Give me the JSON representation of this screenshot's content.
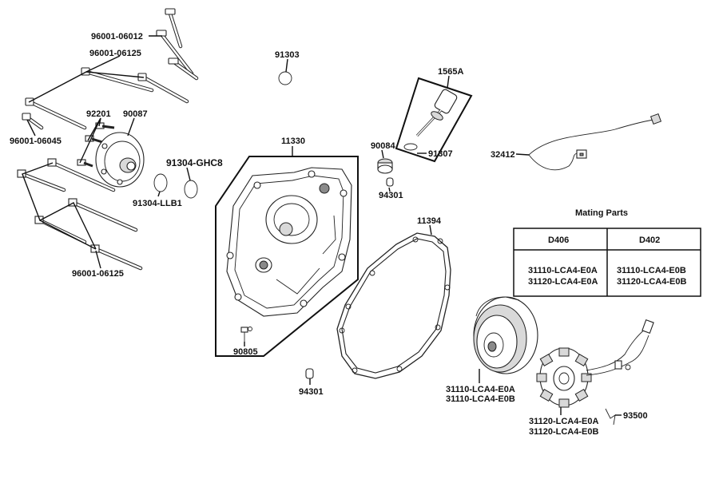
{
  "labels": {
    "p96001_06012": "96001-06012",
    "p96001_06125_top": "96001-06125",
    "p96001_06045": "96001-06045",
    "p92201": "92201",
    "p90087": "90087",
    "p91304_ghc8": "91304-GHC8",
    "p91304_llb1": "91304-LLB1",
    "p96001_06125_bottom": "96001-06125",
    "p91303": "91303",
    "p11330": "11330",
    "p90805": "90805",
    "p1565a": "1565A",
    "p90084": "90084",
    "p91307": "91307",
    "p94301_top": "94301",
    "p32412": "32412",
    "p11394": "11394",
    "p94301_bottom": "94301",
    "p31110_a": "31110-LCA4-E0A",
    "p31110_b": "31110-LCA4-E0B",
    "p31120_a": "31120-LCA4-E0A",
    "p31120_b": "31120-LCA4-E0B",
    "p93500": "93500"
  },
  "mating_parts": {
    "title": "Mating Parts",
    "headers": [
      "D406",
      "D402"
    ],
    "rows": [
      [
        "31110-LCA4-E0A",
        "31110-LCA4-E0B"
      ],
      [
        "31120-LCA4-E0A",
        "31120-LCA4-E0B"
      ]
    ]
  }
}
